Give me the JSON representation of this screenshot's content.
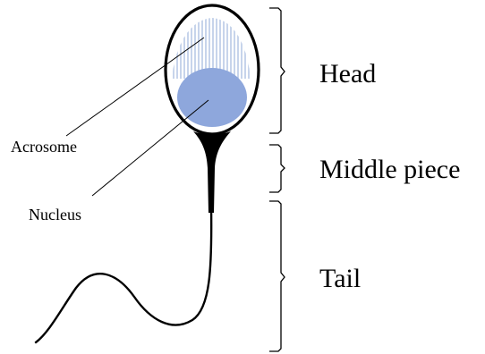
{
  "diagram": {
    "labels": {
      "head": "Head",
      "middle_piece": "Middle piece",
      "tail": "Tail",
      "acrosome": "Acrosome",
      "nucleus": "Nucleus"
    },
    "colors": {
      "outline": "#000000",
      "acrosome_stripes": "#a9bde0",
      "nucleus_fill": "#8ea7dc",
      "background": "#ffffff"
    }
  }
}
